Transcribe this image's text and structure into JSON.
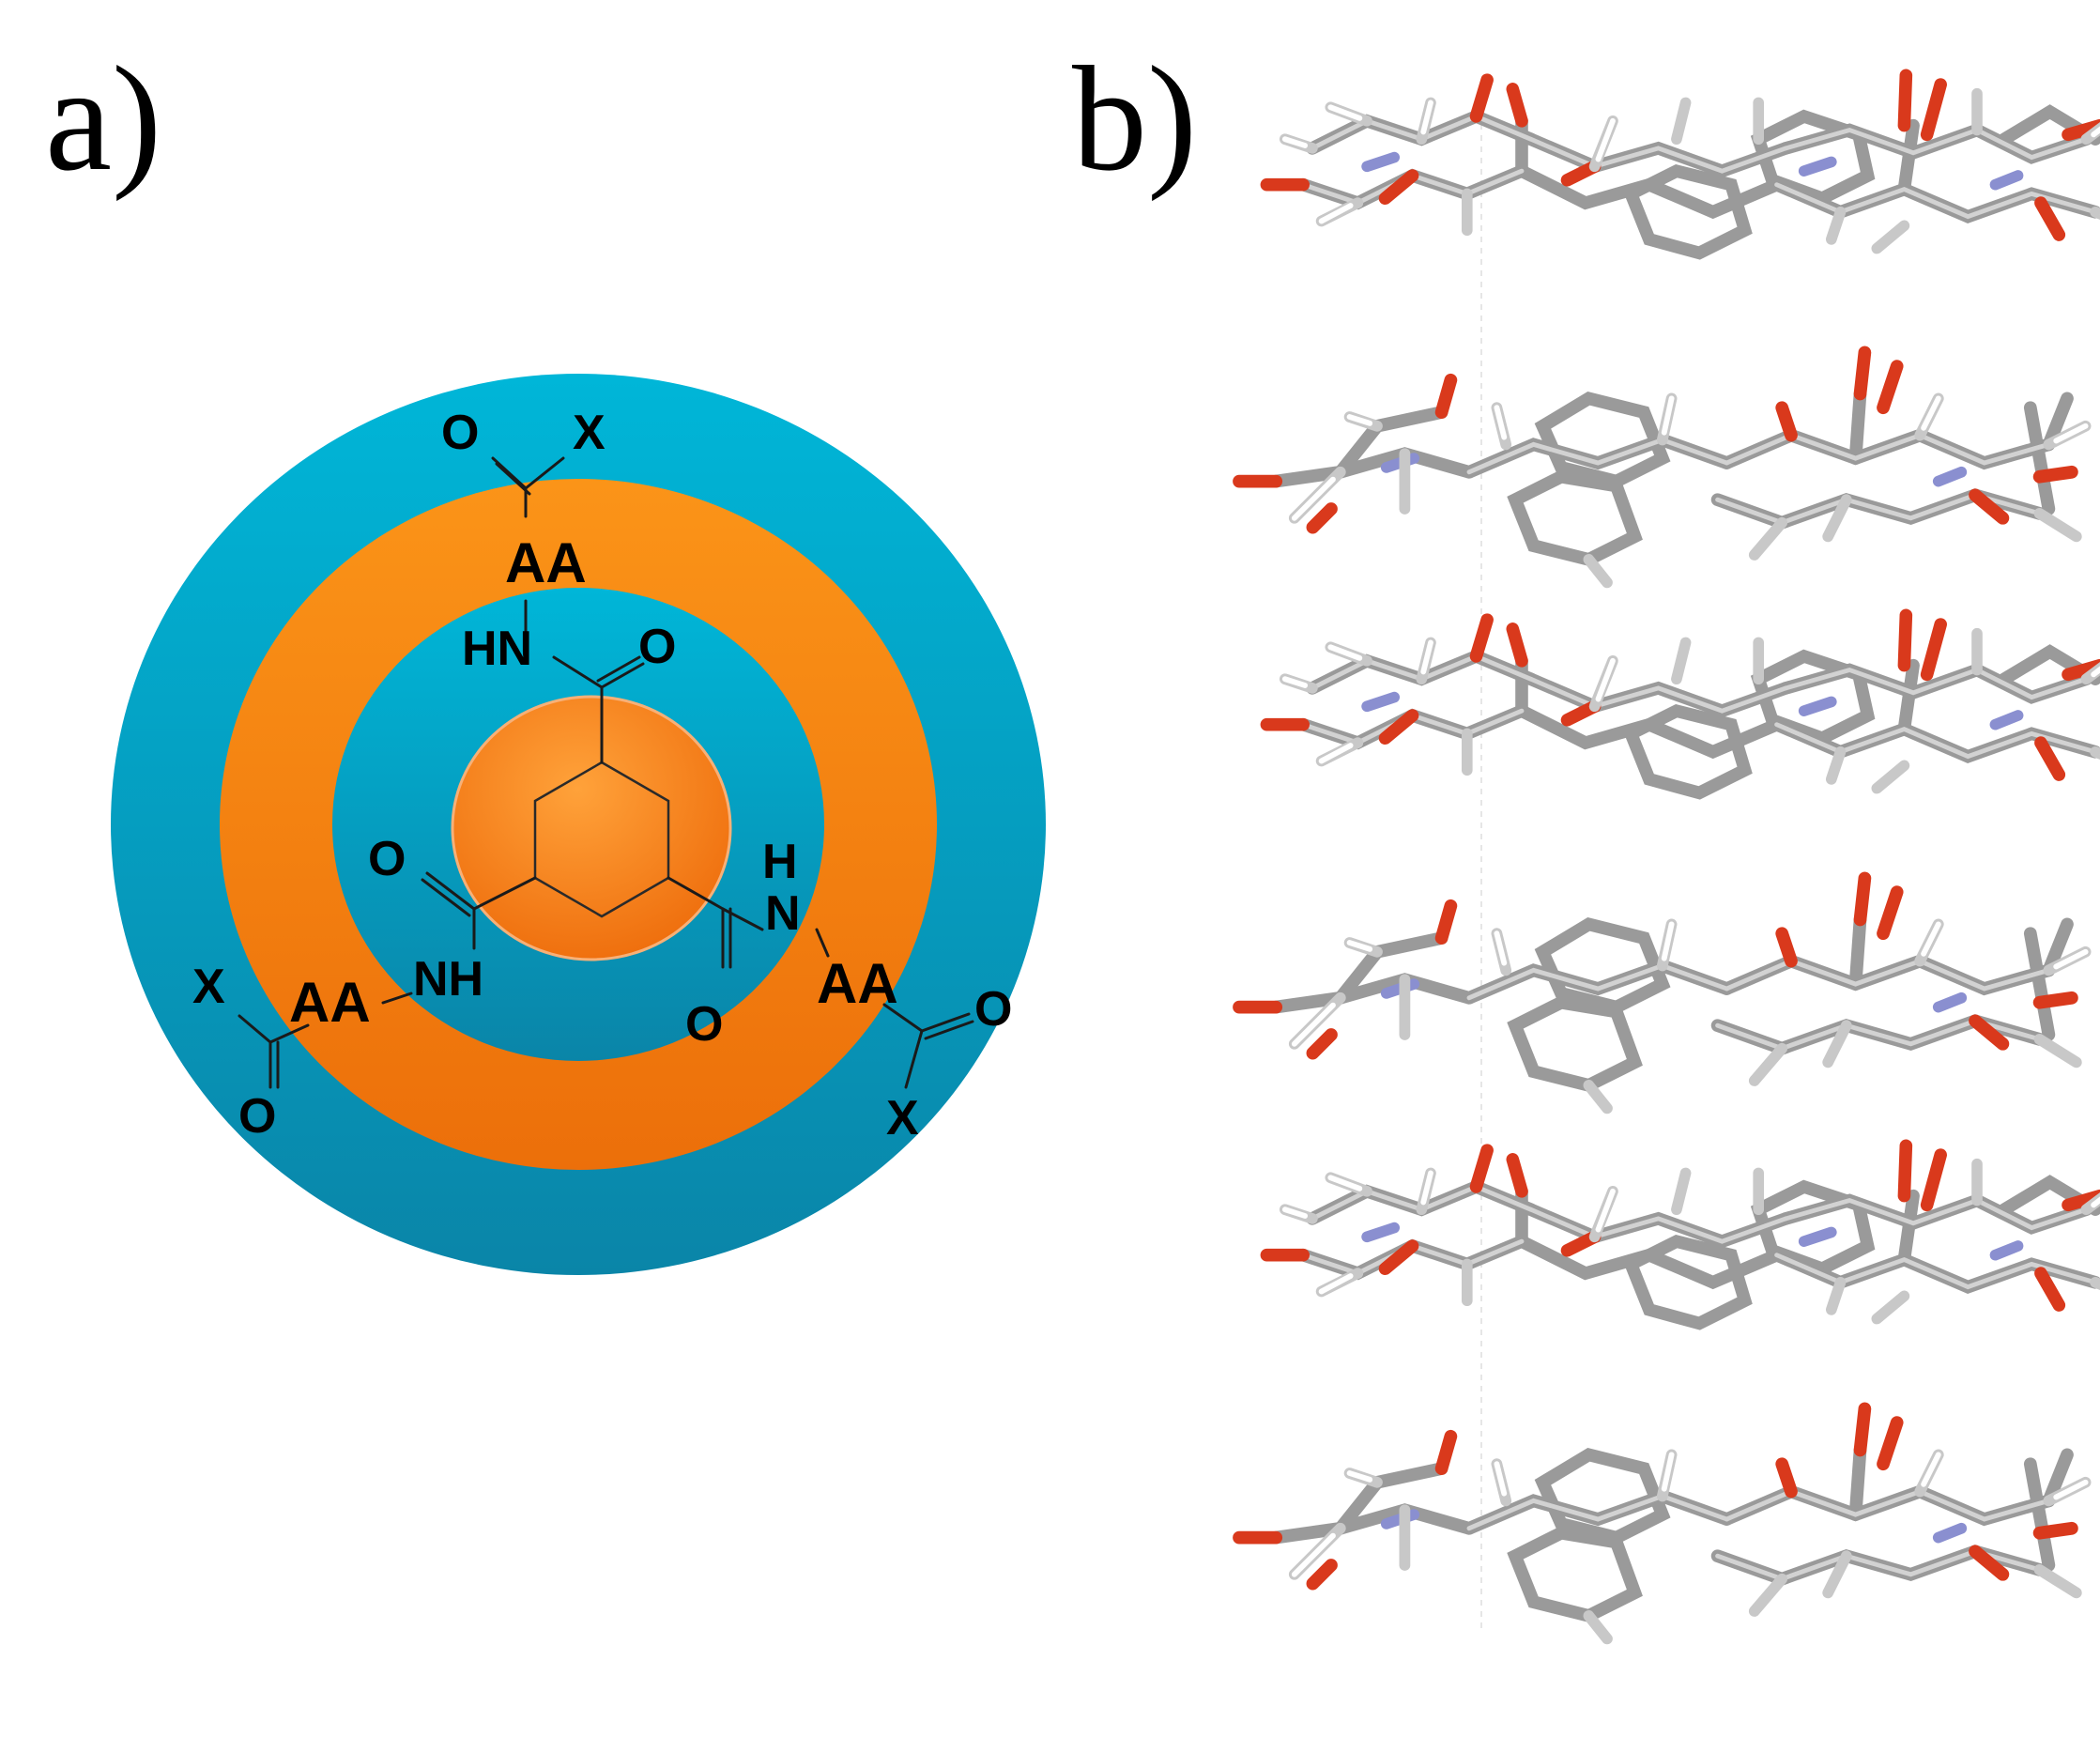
{
  "panels": {
    "a": {
      "label": "a)",
      "atoms": {
        "top_o": "O",
        "top_x": "X",
        "top_aa": "AA",
        "top_hn": "HN",
        "top_amide_o": "O",
        "left_o": "O",
        "left_nh": "NH",
        "left_aa": "AA",
        "left_x": "X",
        "left_ester_o": "O",
        "right_h": "H",
        "right_n": "N",
        "right_amide_o": "O",
        "right_aa": "AA",
        "right_ester_o": "O",
        "right_x": "X"
      }
    },
    "b": {
      "label": "b)"
    }
  },
  "colors": {
    "teal": "#0aa3c6",
    "orange": "#f68512",
    "carbon": "#8c8c8c",
    "oxygen": "#d9391c",
    "nitrogen": "#8a8fd0",
    "hydrogen": "#f0f0f0"
  }
}
